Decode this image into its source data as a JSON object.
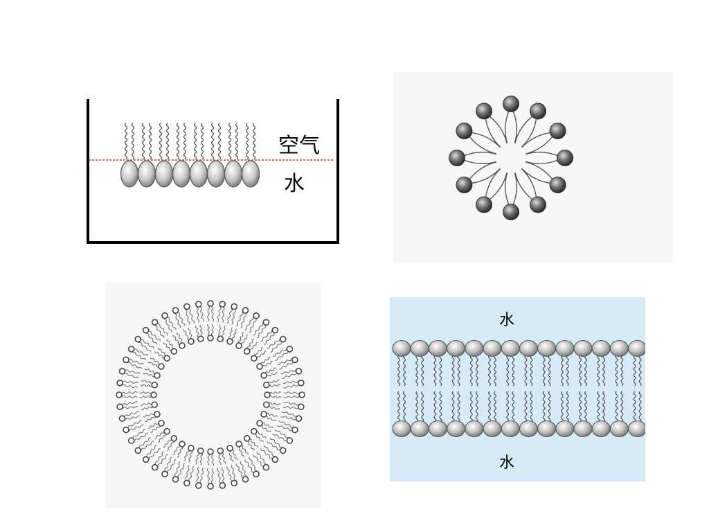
{
  "monolayer": {
    "air_label": "空气",
    "water_label": "水",
    "molecule_count": 8
  },
  "micelle": {
    "molecule_count": 12
  },
  "liposome": {
    "outer_count": 48,
    "inner_count": 36
  },
  "bilayer": {
    "top_water_label": "水",
    "bottom_water_label": "水",
    "molecule_count": 14,
    "water_color": "#d6ebf7"
  },
  "colors": {
    "head_fill": "#b0b0b0",
    "head_stroke": "#555555",
    "tail_stroke": "#555555",
    "interface_line": "#c0401c",
    "container_stroke": "#000000",
    "panel_bg": "#f4f4f4"
  }
}
